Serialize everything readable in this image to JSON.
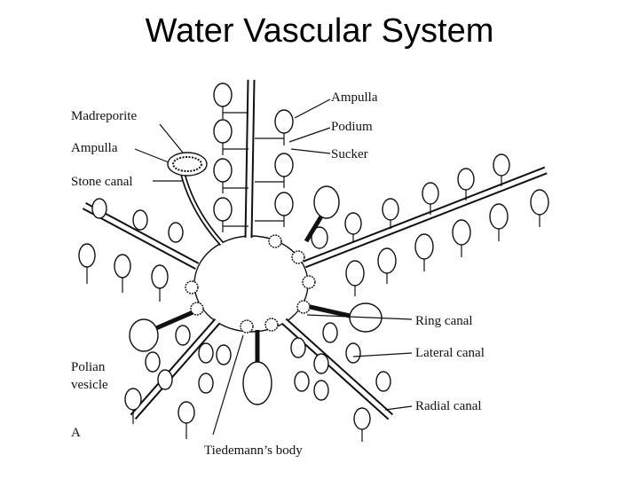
{
  "slide": {
    "title": "Water Vascular System"
  },
  "labels": {
    "madreporite": "Madreporite",
    "ampulla_left": "Ampulla",
    "stone_canal": "Stone canal",
    "ampulla_right": "Ampulla",
    "podium": "Podium",
    "sucker": "Sucker",
    "ring_canal": "Ring canal",
    "lateral_canal": "Lateral canal",
    "radial_canal": "Radial canal",
    "polian_vesicle_1": "Polian",
    "polian_vesicle_2": "vesicle",
    "tiedemanns_body": "Tiedemann’s body",
    "figure_letter": "A"
  }
}
